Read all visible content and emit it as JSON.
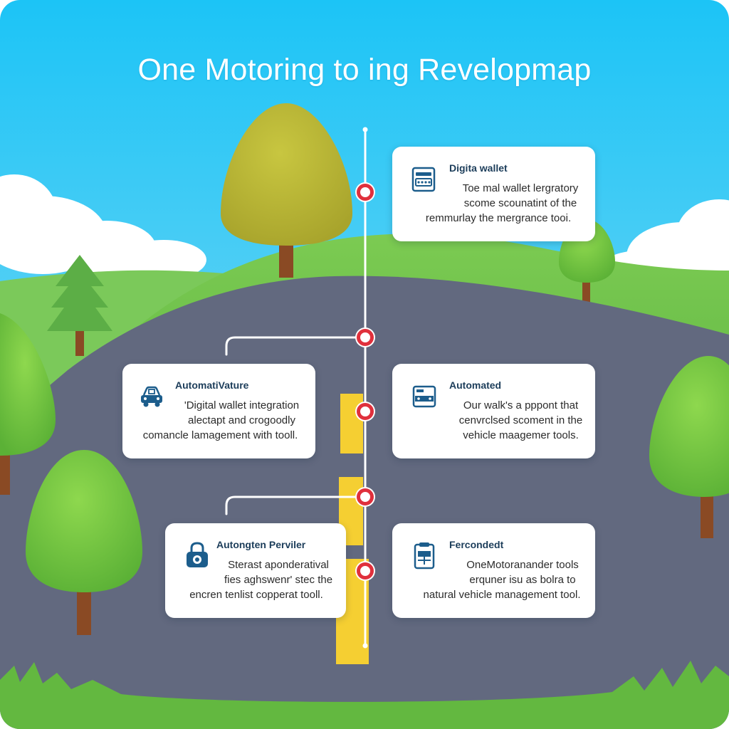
{
  "title": "One Motoring to ing Revelopmap",
  "colors": {
    "sky_top": "#1cc4f6",
    "sky_bottom": "#8fd8f0",
    "hill": "#6cc04a",
    "road": "#62697f",
    "lane_marking": "#f5cf32",
    "milestone": "#e0303c",
    "card_title": "#1c3d5a",
    "icon": "#1c5d8c"
  },
  "cards": [
    {
      "id": "digital-wallet",
      "icon": "wallet-icon",
      "title": "Digita wallet",
      "lines": [
        "Toe mal wallet lergratory",
        "scome scounatint of the",
        "remmurlay the mergrance tooi."
      ]
    },
    {
      "id": "automativature",
      "icon": "car-icon",
      "title": "AutomatiVature",
      "lines": [
        "'Digital wallet integration",
        "alectapt and crogoodly",
        "comancle lamagement with tooll."
      ]
    },
    {
      "id": "automated",
      "icon": "vehicle-card-icon",
      "title": "Automated",
      "lines": [
        "Our walk's a pppont that",
        "cenvrclsed scoment in the",
        "vehicle maagemer tools."
      ]
    },
    {
      "id": "autongten-perviler",
      "icon": "padlock-camera-icon",
      "title": "Autongten Perviler",
      "lines": [
        "Sterast aponderatival",
        "fies aghswenr' stec the",
        "encren tenlist copperat tooll."
      ]
    },
    {
      "id": "ferconded",
      "icon": "document-clipboard-icon",
      "title": "Fercondedt",
      "lines": [
        "OneMotoranander tools",
        "erquner isu as bolra to",
        "natural vehicle management tool."
      ]
    }
  ]
}
